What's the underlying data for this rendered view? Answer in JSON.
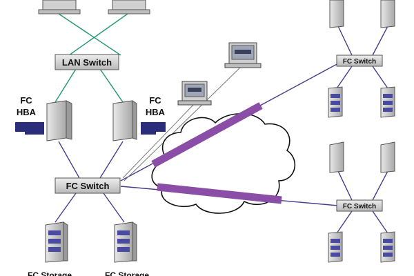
{
  "labels": {
    "lan_switch": "LAN Switch",
    "fc_switch_main": "FC Switch",
    "fc_switch_remote_top": "FC Switch",
    "fc_switch_remote_bottom": "FC Switch",
    "fc_hba_left": [
      "FC",
      "HBA"
    ],
    "fc_hba_right": [
      "FC",
      "HBA"
    ],
    "fc_storage_left": "FC Storage",
    "fc_storage_right": "FC Storage"
  },
  "colors": {
    "lan_link": "#2a9a7a",
    "fc_link": "#4b3a8c",
    "tunnel": "#8a4ea6",
    "device_fill": "#c8c8c8",
    "hba_card": "#2b2d7a",
    "storage_bay": "#4a4aa0",
    "switch_fill": "#d4d4d4"
  },
  "icons": [
    "workstation-icon",
    "server-tower-icon",
    "hba-card-icon",
    "storage-array-icon",
    "switch-icon",
    "cloud-icon",
    "monitor-icon"
  ]
}
